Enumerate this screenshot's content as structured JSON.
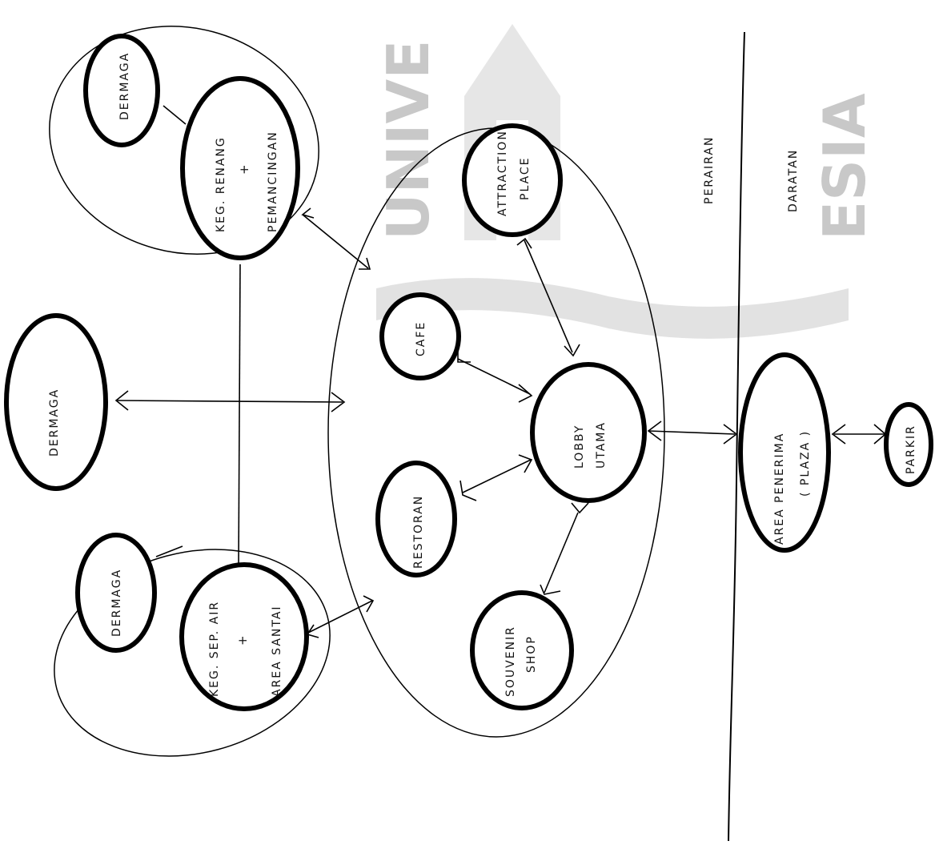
{
  "watermark": {
    "left_text": "UNIVE",
    "right_text": "ESIA",
    "color": "#c8c8c8"
  },
  "regions": {
    "water": "PERAIRAN",
    "land": "DARATAN"
  },
  "nodes": {
    "dermaga_top": "DERMAGA",
    "keg_renang_1": "KEG. RENANG",
    "keg_renang_2": "+",
    "keg_renang_3": "PEMANCINGAN",
    "dermaga_mid": "DERMAGA",
    "attraction_1": "ATTRACTION",
    "attraction_2": "PLACE",
    "cafe": "CAFE",
    "lobby_1": "LOBBY",
    "lobby_2": "UTAMA",
    "restoran": "RESTORAN",
    "souvenir_1": "SOUVENIR",
    "souvenir_2": "SHOP",
    "keg_sep_1": "KEG. SEP. AIR",
    "keg_sep_2": "+",
    "keg_sep_3": "AREA SANTAI",
    "dermaga_bottom": "DERMAGA",
    "area_penerima_1": "AREA PENERIMA",
    "area_penerima_2": "( PLAZA )",
    "parkir": "PARKIR"
  },
  "colors": {
    "ink": "#000000",
    "background": "#ffffff"
  }
}
